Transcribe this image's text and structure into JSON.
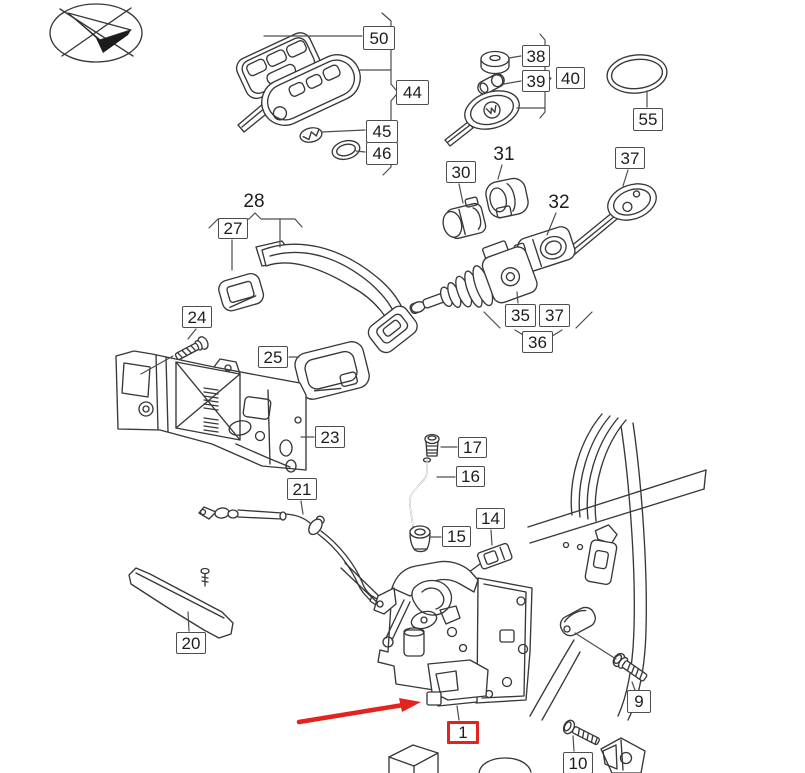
{
  "page": {
    "background": "#ffffff",
    "type": "exploded-parts-diagram",
    "subject": "vehicle door lock, exterior handle and key components",
    "highlight": {
      "part_number": "1",
      "arrow_color": "#e4231f"
    }
  },
  "labels": {
    "n50": "50",
    "n44": "44",
    "n45": "45",
    "n46": "46",
    "n38": "38",
    "n39": "39",
    "n40": "40",
    "n55": "55",
    "n37_key": "37",
    "n30": "30",
    "n31": "31",
    "n32": "32",
    "n35": "35",
    "n37_cyl": "37",
    "n36": "36",
    "n28": "28",
    "n27": "27",
    "n24": "24",
    "n25": "25",
    "n23": "23",
    "n21": "21",
    "n20": "20",
    "n17": "17",
    "n16": "16",
    "n15": "15",
    "n14": "14",
    "n1": "1",
    "n9": "9",
    "n10": "10"
  }
}
